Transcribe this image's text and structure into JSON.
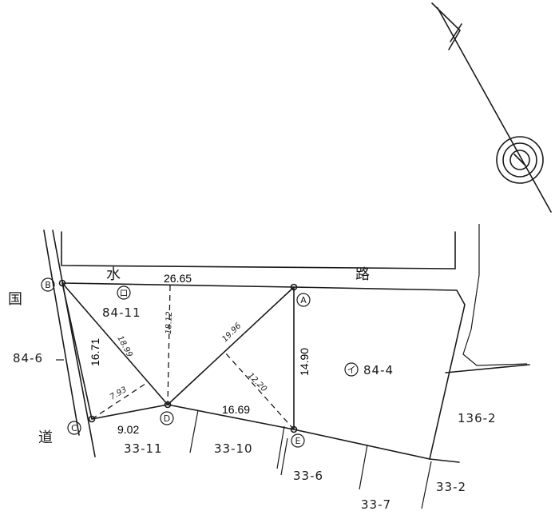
{
  "points": [
    {
      "id": "B",
      "label": "B"
    },
    {
      "id": "A",
      "label": "A"
    },
    {
      "id": "C",
      "label": "C"
    },
    {
      "id": "D",
      "label": "D"
    },
    {
      "id": "E",
      "label": "E"
    }
  ],
  "parcels": {
    "ro": {
      "mark": "ロ",
      "number": "84-11"
    },
    "i": {
      "mark": "イ",
      "number": "84-4"
    },
    "p84_6": "84-6",
    "p136_2": "136-2",
    "p33_11": "33-11",
    "p33_10": "33-10",
    "p33_6": "33-6",
    "p33_7": "33-7",
    "p33_2": "33-2"
  },
  "road_labels": {
    "sui": "水",
    "ro": "路",
    "koku": "国",
    "michi": "道"
  },
  "measurements": {
    "ba": "26.65",
    "bc": "16.71",
    "ae": "14.90",
    "cd": "9.02",
    "de": "16.69",
    "bd": "18.99",
    "d_top": "18.12",
    "ad": "19.96",
    "cd_diag": "7.93",
    "ed_diag": "12.20"
  },
  "north_mark": "⊕"
}
